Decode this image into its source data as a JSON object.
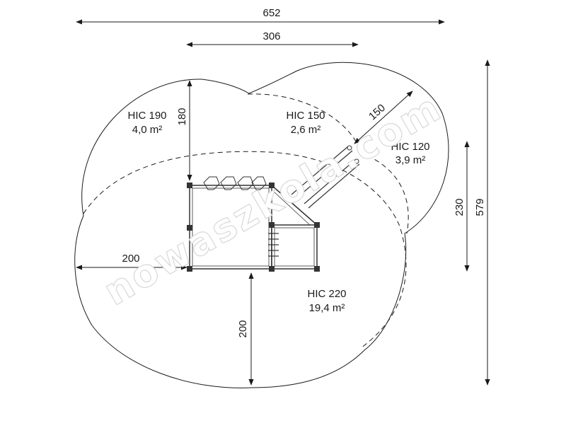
{
  "dimensions": {
    "overall_width": "652",
    "upper_width": "306",
    "overall_height": "579",
    "right_zone_height": "230",
    "left_offset": "200",
    "bottom_offset": "200",
    "top_offset": "180",
    "slide_offset": "150"
  },
  "zones": [
    {
      "label": "HIC 190",
      "area": "4,0 m²"
    },
    {
      "label": "HIC 150",
      "area": "2,6 m²"
    },
    {
      "label": "HIC 120",
      "area": "3,9 m²"
    },
    {
      "label": "HIC 220",
      "area": "19,4 m²"
    }
  ],
  "watermark": "nowaszkola.com",
  "colors": {
    "line": "#1a1a1a",
    "equipment": "#333333",
    "watermark": "#d8d8d8"
  }
}
